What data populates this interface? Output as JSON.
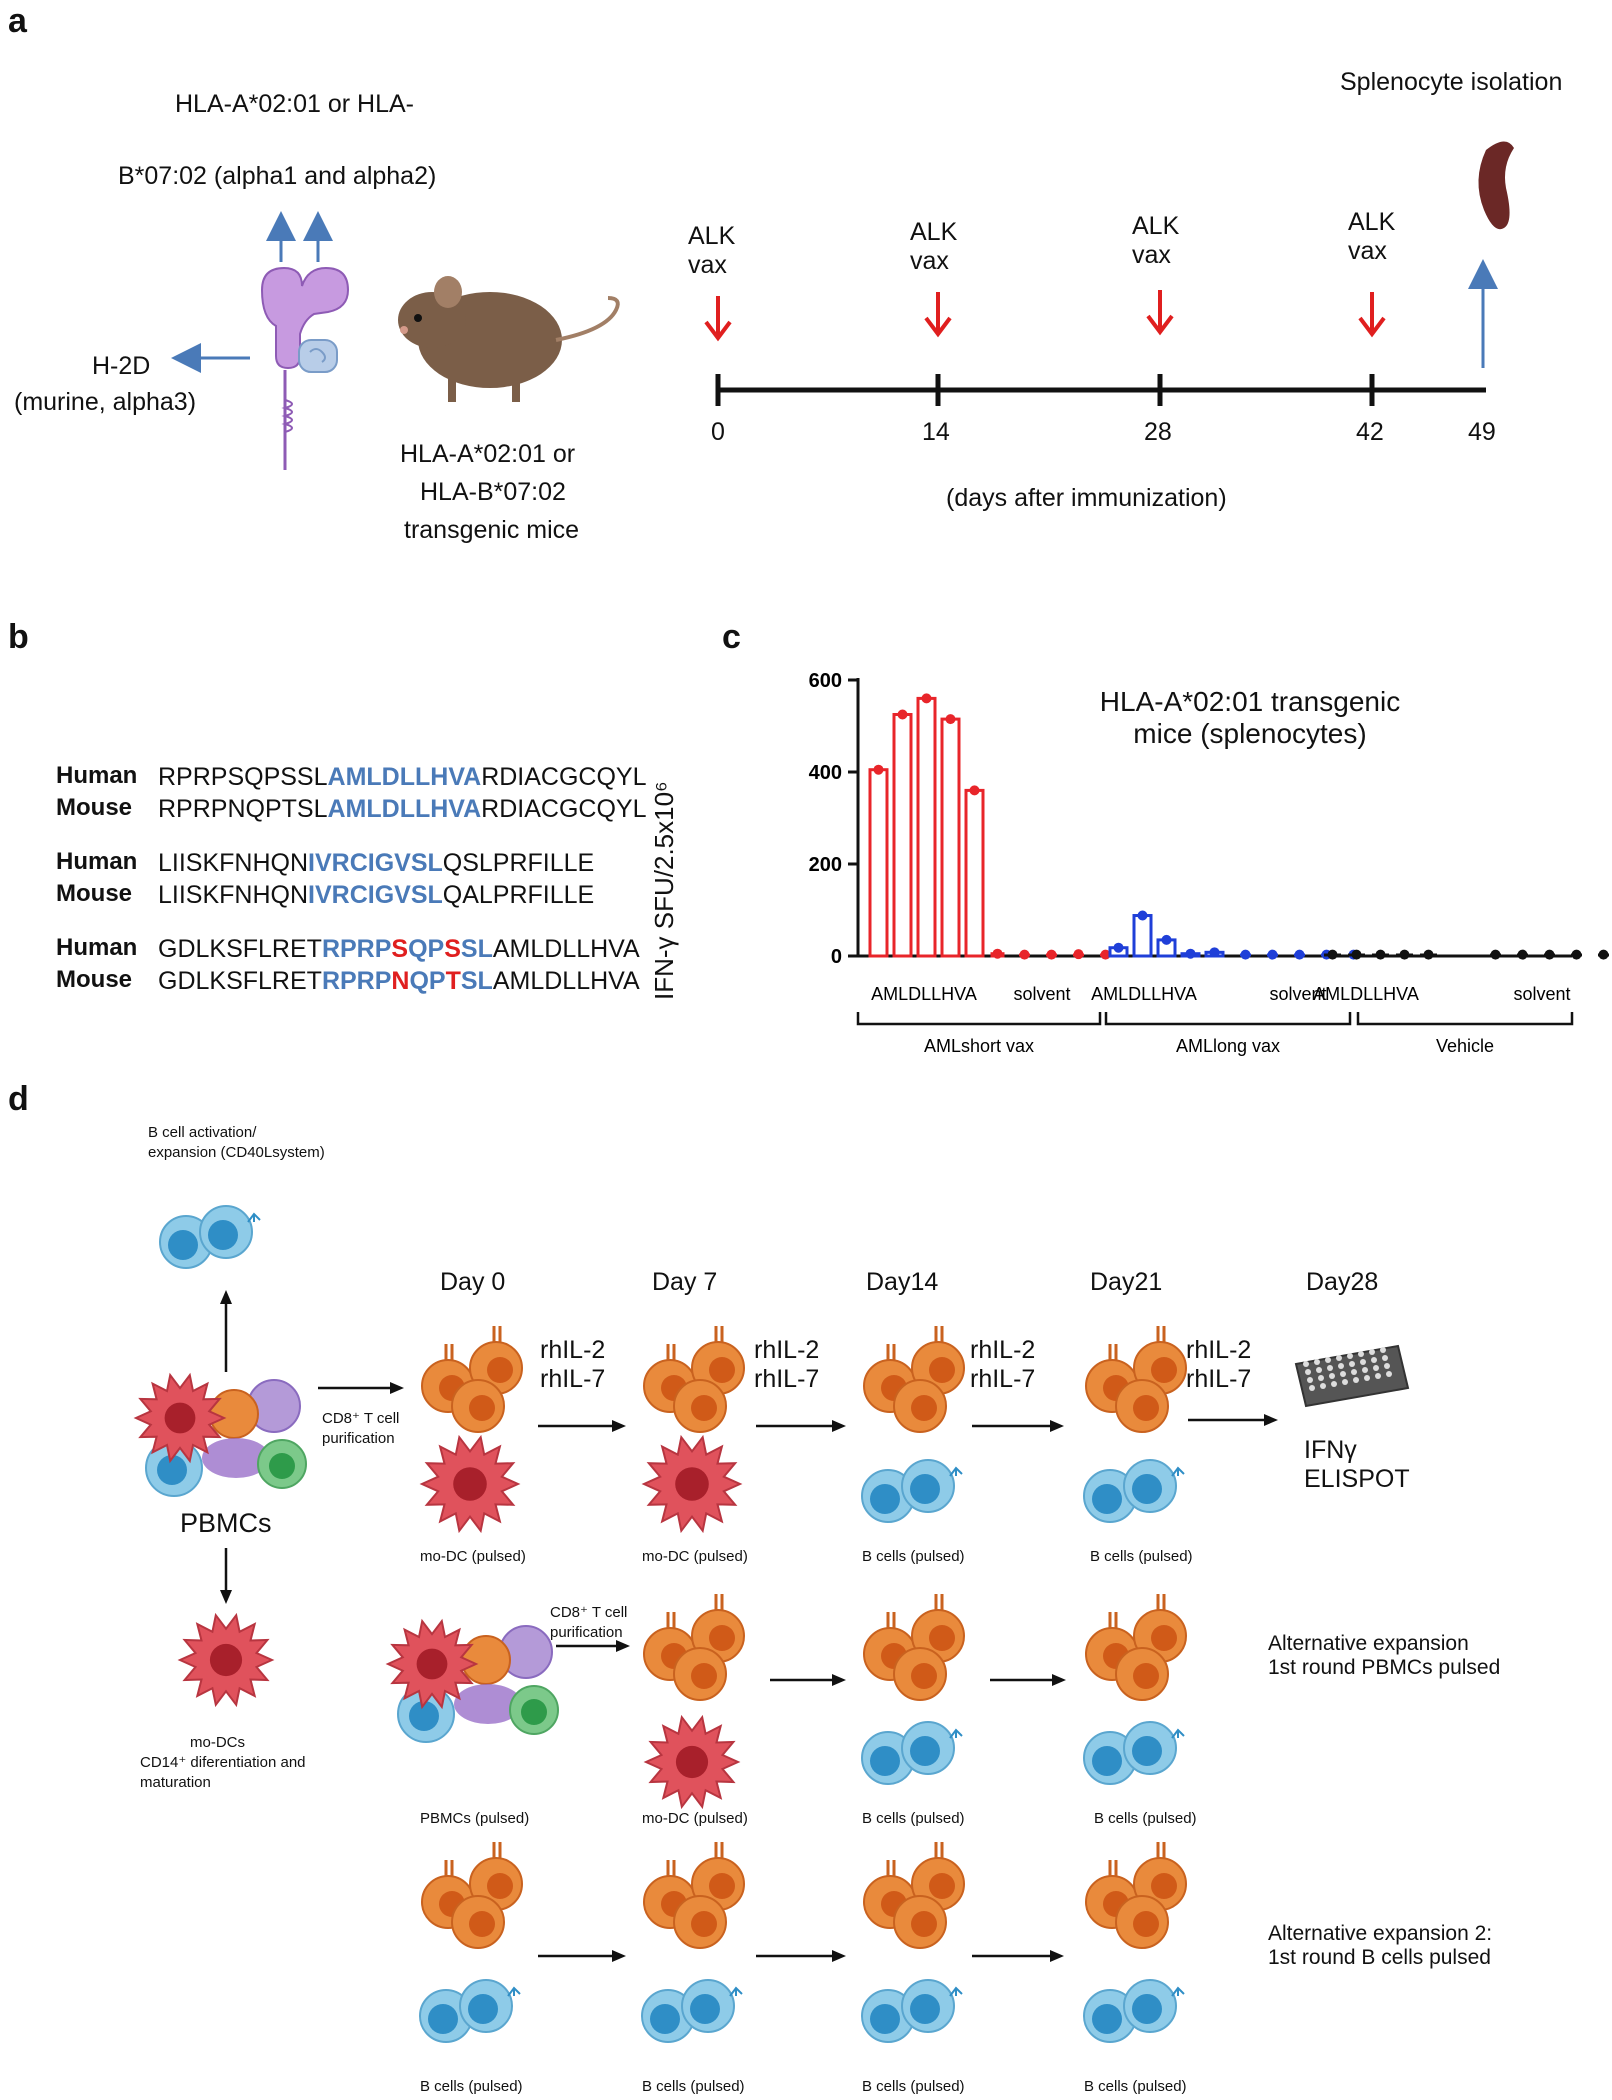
{
  "panel_labels": {
    "a": "a",
    "b": "b",
    "c": "c",
    "d": "d"
  },
  "panel_a": {
    "hla_label_line1": "HLA-A*02:01 or HLA-",
    "hla_label_line2": "B*07:02 (alpha1 and alpha2)",
    "h2d_line1": "H-2D",
    "h2d_line2": "(murine, alpha3)",
    "mice_line1": "HLA-A*02:01 or",
    "mice_line2": "HLA-B*07:02",
    "mice_line3": "transgenic mice",
    "splenocyte": "Splenocyte isolation",
    "vax_word1": "ALK",
    "vax_word2": "vax",
    "days": [
      "0",
      "14",
      "28",
      "42",
      "49"
    ],
    "axis_caption": "(days after immunization)"
  },
  "panel_b": {
    "rows": [
      {
        "species": "Human",
        "pre": "RPRPSQPSSL",
        "mid": "AMLDLLHVA",
        "post": "RDIACGCQYL"
      },
      {
        "species": "Mouse",
        "pre": "RPRPNQPTSL",
        "mid": "AMLDLLHVA",
        "post": "RDIACGCQYL"
      },
      {
        "species": "Human",
        "pre": "LIISKFNHQN",
        "mid": "IVRCIGVSL",
        "post": "QSLPRFILLE"
      },
      {
        "species": "Mouse",
        "pre": "LIISKFNHQN",
        "mid": "IVRCIGVSL",
        "post": "QALPRFILLE"
      },
      {
        "species": "Human",
        "pre": "GDLKSFLRET",
        "segs": [
          [
            "RPRP",
            "b"
          ],
          [
            "S",
            "r"
          ],
          [
            "QP",
            "b"
          ],
          [
            "S",
            "r"
          ],
          [
            "SL",
            "b"
          ]
        ],
        "post": "AMLDLLHVA"
      },
      {
        "species": "Mouse",
        "pre": "GDLKSFLRET",
        "segs": [
          [
            "RPRP",
            "b"
          ],
          [
            "N",
            "r"
          ],
          [
            "QP",
            "b"
          ],
          [
            "T",
            "r"
          ],
          [
            "SL",
            "b"
          ]
        ],
        "post": "AMLDLLHVA"
      }
    ]
  },
  "chart_data": {
    "type": "bar",
    "title": "HLA-A*02:01 transgenic mice (splenocytes)",
    "ylabel": "IFN-γ SFU/2.5x10⁶",
    "ylim": [
      0,
      600
    ],
    "yticks": [
      0,
      200,
      400,
      600
    ],
    "group_labels": [
      "AMLDLLHVA",
      "solvent",
      "AMLDLLHVA",
      "solvent",
      "AMLDLLHVA",
      "solvent"
    ],
    "bracket_labels": [
      "AMLshort vax",
      "AMLlong vax",
      "Vehicle"
    ],
    "colors": {
      "AMLshort vax": "#e8252a",
      "AMLlong vax": "#1f3fd8",
      "Vehicle": "#111111"
    },
    "series": [
      {
        "vax": "AMLshort vax",
        "stim": "AMLDLLHVA",
        "values": [
          405,
          525,
          560,
          515,
          360
        ]
      },
      {
        "vax": "AMLshort vax",
        "stim": "solvent",
        "values": [
          5,
          3,
          3,
          4,
          3
        ]
      },
      {
        "vax": "AMLlong vax",
        "stim": "AMLDLLHVA",
        "values": [
          18,
          88,
          35,
          5,
          8
        ]
      },
      {
        "vax": "AMLlong vax",
        "stim": "solvent",
        "values": [
          3,
          3,
          3,
          3,
          3
        ]
      },
      {
        "vax": "Vehicle",
        "stim": "AMLDLLHVA",
        "values": [
          3,
          3,
          3,
          3,
          3
        ]
      },
      {
        "vax": "Vehicle",
        "stim": "solvent",
        "values": [
          3,
          3,
          3,
          3,
          3
        ]
      }
    ]
  },
  "panel_d": {
    "b_activation_line1": "B cell activation/",
    "b_activation_line2": "expansion (CD40Lsystem)",
    "pbmcs": "PBMCs",
    "modcs_line1": "mo-DCs",
    "modcs_line2": "CD14⁺ diferentiation and",
    "modcs_line3": "maturation",
    "cd8_line1": "CD8⁺ T cell",
    "cd8_line2": "purification",
    "days": [
      "Day 0",
      "Day 7",
      "Day14",
      "Day21",
      "Day28"
    ],
    "il2": "rhIL-2",
    "il7": "rhIL-7",
    "ifng_line1": "IFNγ",
    "ifng_line2": "ELISPOT",
    "modc_pulsed": "mo-DC (pulsed)",
    "bcells_pulsed": "B cells (pulsed)",
    "pbmcs_pulsed": "PBMCs (pulsed)",
    "alt1_line1": "Alternative expansion",
    "alt1_line2": "1st round PBMCs pulsed",
    "alt2_line1": "Alternative expansion 2:",
    "alt2_line2": "1st round B cells pulsed"
  }
}
